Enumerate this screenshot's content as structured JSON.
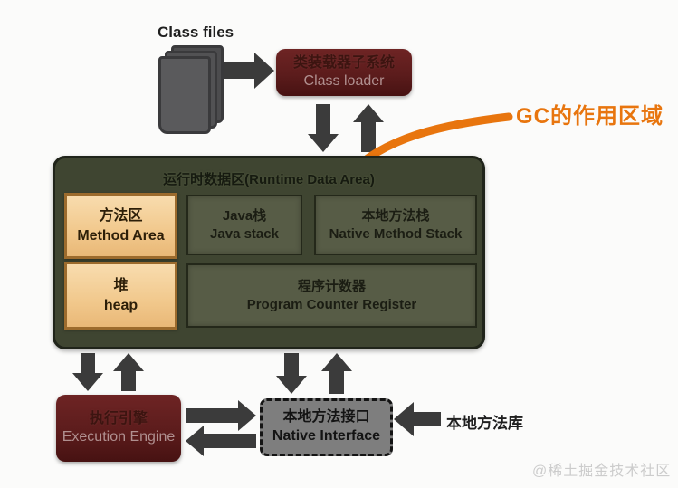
{
  "diagram_title": "JVM Runtime Data Area with GC scope",
  "class_files": {
    "label": "Class files"
  },
  "class_loader": {
    "zh": "类装载器子系统",
    "en": "Class loader",
    "bg": "#5c1c1c"
  },
  "gc_label": {
    "text": "GC的作用区域",
    "color": "#e8750e"
  },
  "runtime_area": {
    "title": "运行时数据区(Runtime Data Area)",
    "bg": "#3f4531",
    "boxes": {
      "method_area": {
        "zh": "方法区",
        "en": "Method Area",
        "bg": "#f1c88c"
      },
      "java_stack": {
        "zh": "Java栈",
        "en": "Java stack",
        "bg": "#575c46"
      },
      "native_method_stack": {
        "zh": "本地方法栈",
        "en": "Native Method Stack",
        "bg": "#575c46"
      },
      "heap": {
        "zh": "堆",
        "en": "heap",
        "bg": "#f1c88c"
      },
      "program_counter": {
        "zh": "程序计数器",
        "en": "Program Counter Register",
        "bg": "#575c46"
      }
    }
  },
  "execution_engine": {
    "zh": "执行引擎",
    "en": "Execution Engine",
    "bg": "#5c1c1c"
  },
  "native_interface": {
    "zh": "本地方法接口",
    "en": "Native Interface",
    "bg": "#7e7e7e"
  },
  "native_library": {
    "label": "本地方法库"
  },
  "watermark": {
    "text": "@稀土掘金技术社区"
  },
  "colors": {
    "arrow": "#3b3b3b",
    "gc_arrow": "#e8750e",
    "page_bg": "#fbfbfa"
  }
}
